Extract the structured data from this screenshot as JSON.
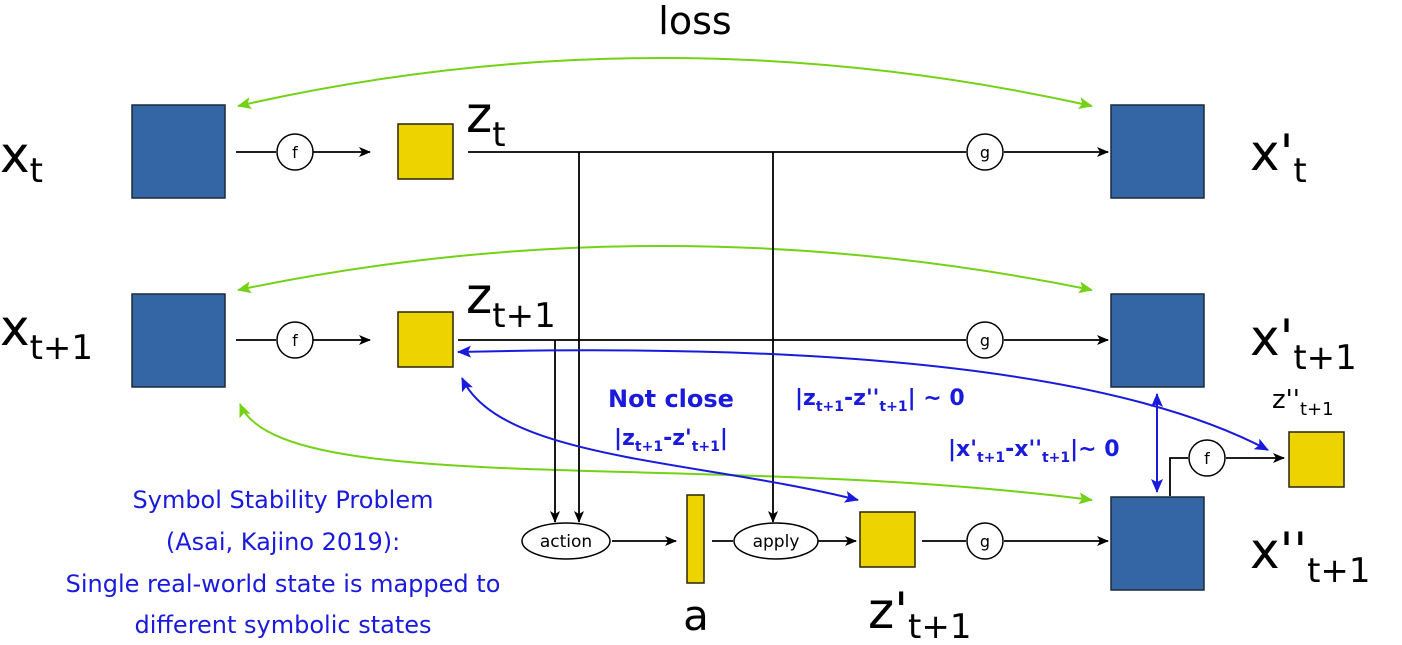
{
  "title": "loss",
  "labels": {
    "x_t": {
      "main": "x",
      "sub": "t"
    },
    "x_t1": {
      "main": "x",
      "sub": "t+1"
    },
    "z_t": {
      "main": "z",
      "sub": "t"
    },
    "z_t1": {
      "main": "z",
      "sub": "t+1"
    },
    "xp_t": {
      "main": "x'",
      "sub": "t"
    },
    "xp_t1": {
      "main": "x'",
      "sub": "t+1"
    },
    "xpp_t1": {
      "main": "x''",
      "sub": "t+1"
    },
    "zpp_t1": {
      "main": "z''",
      "sub": "t+1"
    },
    "zp_t1": {
      "main": "z'",
      "sub": "t+1"
    },
    "a": "a"
  },
  "operators": {
    "f": "f",
    "g": "g",
    "action": "action",
    "apply": "apply"
  },
  "annotations": {
    "not_close": "Not close",
    "diff_zp": {
      "a": "|z",
      "s1": "t+1",
      "b": "-z'",
      "s2": "t+1",
      "c": "|"
    },
    "diff_zpp": {
      "a": "|z",
      "s1": "t+1",
      "b": "-z''",
      "s2": "t+1",
      "c": "| ~ 0"
    },
    "diff_xpp": {
      "a": "|x'",
      "s1": "t+1",
      "b": "-x''",
      "s2": "t+1",
      "c": "|~ 0"
    }
  },
  "caption": [
    "Symbol Stability Problem",
    "(Asai, Kajino 2019):",
    "Single real-world state is mapped to",
    "different symbolic states"
  ],
  "colors": {
    "encoder_box": "#3465a4",
    "latent_box": "#edd400",
    "loss_arrow": "#73d216",
    "highlight": "#1a1adc"
  }
}
